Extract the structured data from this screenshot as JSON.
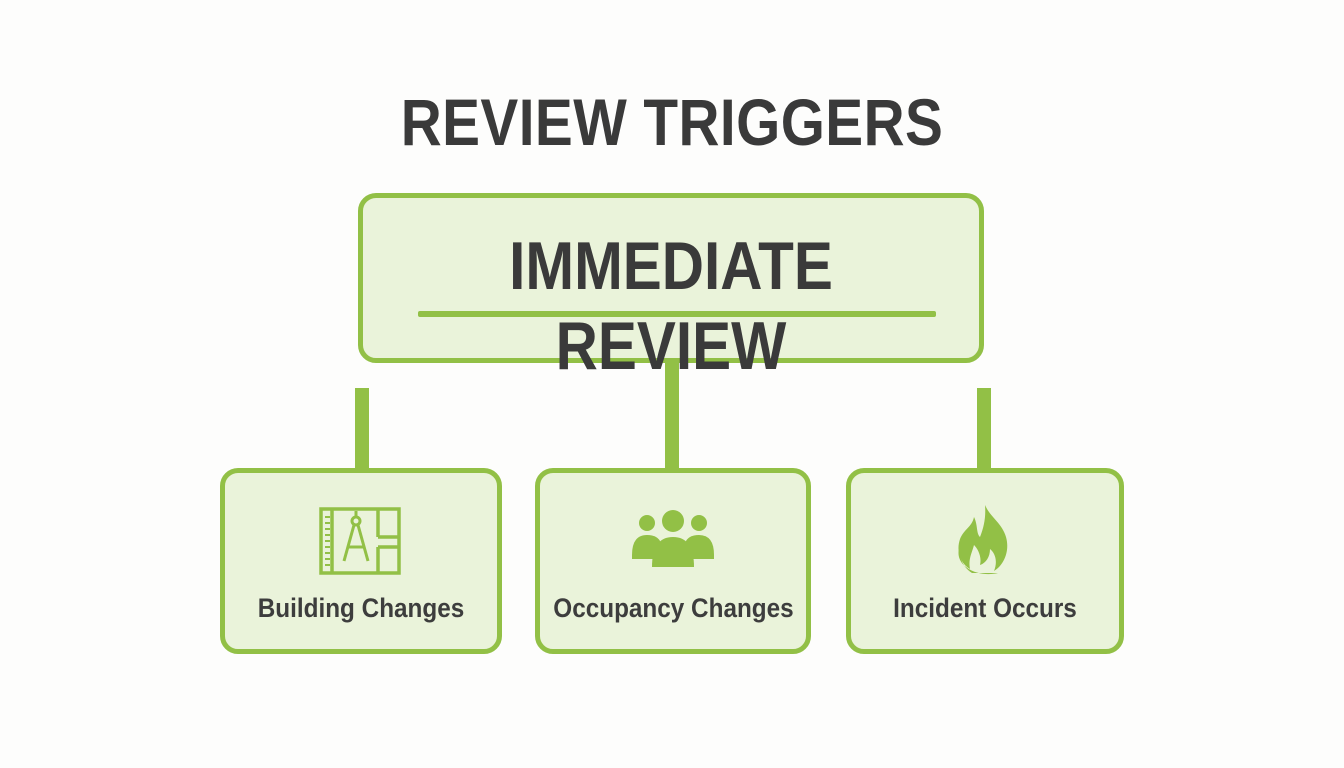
{
  "title": "REVIEW TRIGGERS",
  "root": {
    "label": "IMMEDIATE REVIEW"
  },
  "children": [
    {
      "label": "Building Changes",
      "icon": "blueprint-compass-icon"
    },
    {
      "label": "Occupancy Changes",
      "icon": "people-group-icon"
    },
    {
      "label": "Incident Occurs",
      "icon": "flame-icon"
    }
  ],
  "colors": {
    "accent": "#92c046",
    "box_fill": "#eaf3da",
    "text": "#3a3a3a",
    "background": "#fdfdfc"
  }
}
